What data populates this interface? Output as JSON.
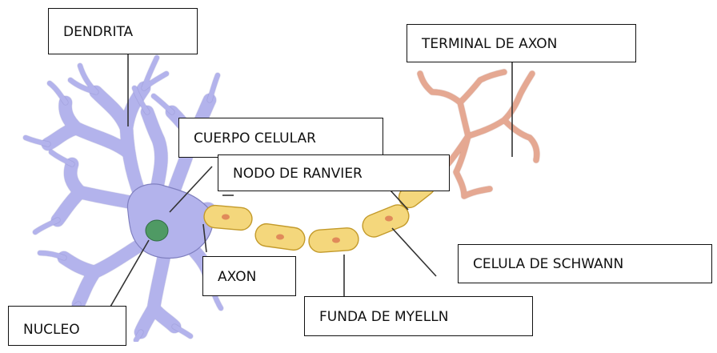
{
  "labels": {
    "dendrita": "DENDRITA",
    "terminal": "TERMINAL DE AXON",
    "cuerpo": "CUERPO CELULAR",
    "nodo": "NODO DE RANVIER",
    "axon": "AXON",
    "schwann": "CELULA DE SCHWANN",
    "myelin": "FUNDA DE MYELLN",
    "nucleo": "NUCLEO"
  },
  "colors": {
    "cell_body": "#b3b3ec",
    "cell_outline": "#7f7fbf",
    "nucleus": "#4f9a64",
    "myelin": "#f4d77c",
    "myelin_outline": "#c39a2a",
    "schwann_nucleus": "#e08a5a",
    "terminal": "#e5a892",
    "terminal_outline": "#b56e58",
    "pointer": "#333333"
  }
}
